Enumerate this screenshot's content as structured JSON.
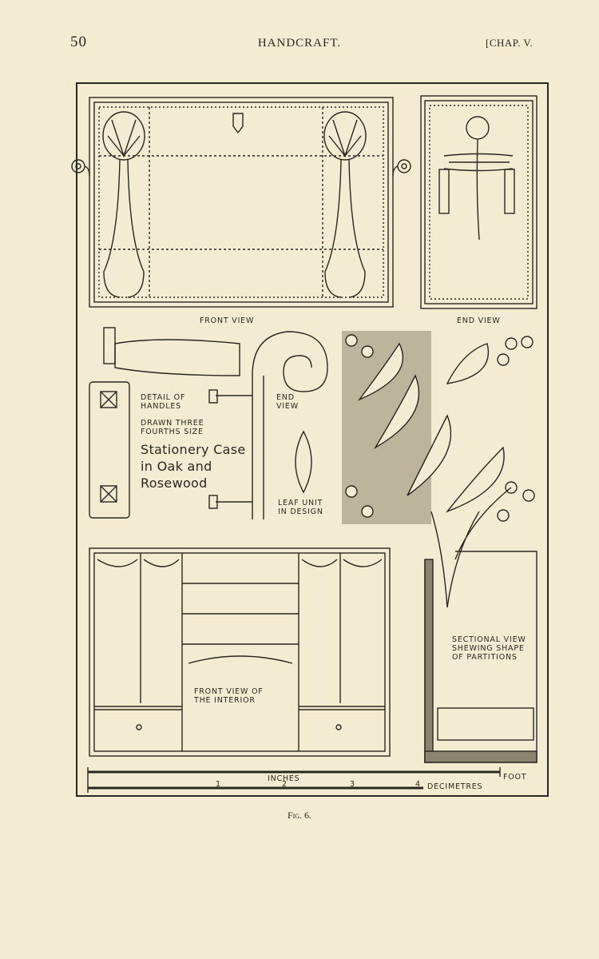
{
  "header": {
    "page_number": "50",
    "title": "HANDCRAFT.",
    "chapter": "[CHAP. V."
  },
  "figure": {
    "labels": {
      "front_view": "FRONT VIEW",
      "end_view": "END VIEW",
      "detail": "DETAIL OF\nHANDLES",
      "drawn": "DRAWN THREE\nFOURTHS SIZE",
      "title": "Stationery Case\nin Oak and\nRosewood",
      "end_view_small": "END\nVIEW",
      "leaf_unit": "LEAF UNIT\nIN DESIGN",
      "interior": "FRONT VIEW OF\nTHE INTERIOR",
      "sectional": "SECTIONAL VIEW\nSHEWING SHAPE\nOF PARTITIONS",
      "inches": "INCHES",
      "foot": "FOOT",
      "decimetres": "DECIMETRES",
      "scale_numbers": [
        "1",
        "2",
        "3",
        "4"
      ]
    },
    "caption": "Fig. 6."
  }
}
